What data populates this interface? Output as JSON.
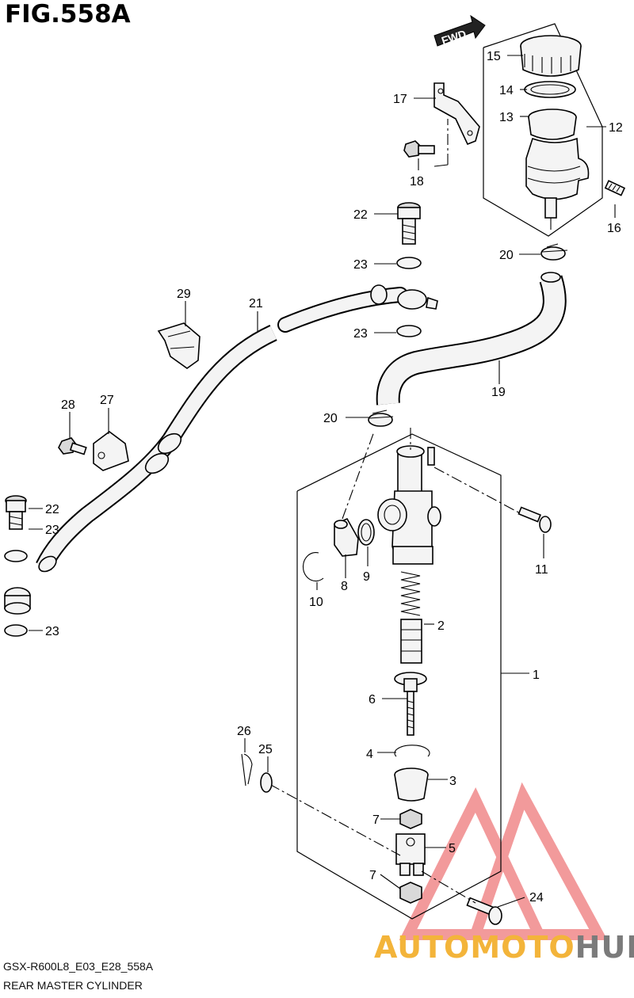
{
  "figure": {
    "title": "FIG.558A",
    "fwd_label": "FWD",
    "model_code": "GSX-R600L8_E03_E28_558A",
    "caption": "REAR MASTER CYLINDER"
  },
  "callouts": [
    {
      "id": "c1",
      "label": "1"
    },
    {
      "id": "c2",
      "label": "2"
    },
    {
      "id": "c3",
      "label": "3"
    },
    {
      "id": "c4",
      "label": "4"
    },
    {
      "id": "c5",
      "label": "5"
    },
    {
      "id": "c6",
      "label": "6"
    },
    {
      "id": "c7a",
      "label": "7"
    },
    {
      "id": "c7b",
      "label": "7"
    },
    {
      "id": "c8",
      "label": "8"
    },
    {
      "id": "c9",
      "label": "9"
    },
    {
      "id": "c10",
      "label": "10"
    },
    {
      "id": "c11",
      "label": "11"
    },
    {
      "id": "c12",
      "label": "12"
    },
    {
      "id": "c13",
      "label": "13"
    },
    {
      "id": "c14",
      "label": "14"
    },
    {
      "id": "c15",
      "label": "15"
    },
    {
      "id": "c16",
      "label": "16"
    },
    {
      "id": "c17",
      "label": "17"
    },
    {
      "id": "c18",
      "label": "18"
    },
    {
      "id": "c19",
      "label": "19"
    },
    {
      "id": "c20a",
      "label": "20"
    },
    {
      "id": "c20b",
      "label": "20"
    },
    {
      "id": "c21",
      "label": "21"
    },
    {
      "id": "c22a",
      "label": "22"
    },
    {
      "id": "c22b",
      "label": "22"
    },
    {
      "id": "c23a",
      "label": "23"
    },
    {
      "id": "c23b",
      "label": "23"
    },
    {
      "id": "c23c",
      "label": "23"
    },
    {
      "id": "c23d",
      "label": "23"
    },
    {
      "id": "c24",
      "label": "24"
    },
    {
      "id": "c25",
      "label": "25"
    },
    {
      "id": "c26",
      "label": "26"
    },
    {
      "id": "c27",
      "label": "27"
    },
    {
      "id": "c28",
      "label": "28"
    },
    {
      "id": "c29",
      "label": "29"
    }
  ],
  "watermark": {
    "part1": "AUTO",
    "part2": "MOTO",
    "part3": "HUB",
    "accent_color": "#e8484a",
    "text_color": "#f3b43a",
    "hub_color": "#7b7b7b"
  }
}
